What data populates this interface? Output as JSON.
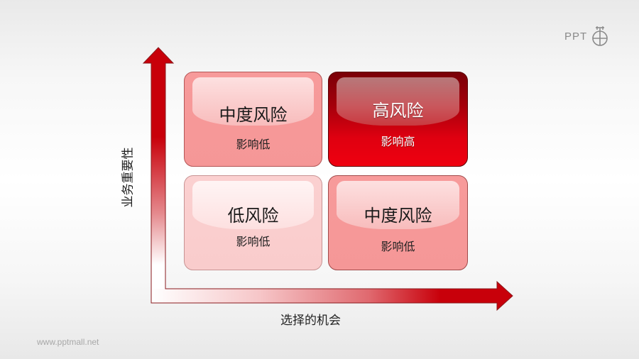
{
  "logo": {
    "text": "PPT",
    "icon": "ppt-mao-logo-icon"
  },
  "matrix": {
    "cells": [
      {
        "position": "top-left",
        "title": "中度风险",
        "subtitle": "影响低",
        "color": "#f79a9a"
      },
      {
        "position": "top-right",
        "title": "高风险",
        "subtitle": "影响高",
        "color": "#e0000f"
      },
      {
        "position": "bottom-left",
        "title": "低风险",
        "subtitle": "影响低",
        "color": "#fbd0d0"
      },
      {
        "position": "bottom-right",
        "title": "中度风险",
        "subtitle": "影响低",
        "color": "#f79a9a"
      }
    ]
  },
  "axes": {
    "y_label": "业务重要性",
    "x_label": "选择的机会",
    "arrow_color": "#c8000a"
  },
  "footer": {
    "url": "www.pptmall.net"
  }
}
